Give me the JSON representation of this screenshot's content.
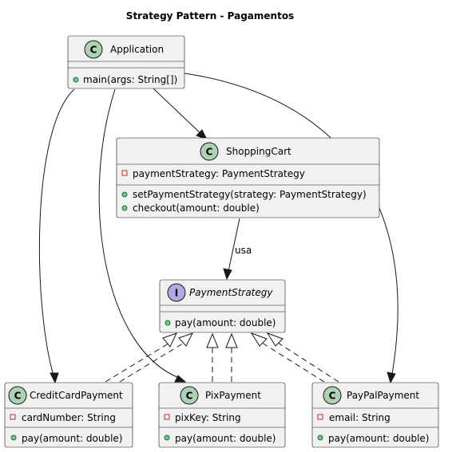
{
  "title": "Strategy Pattern - Pagamentos",
  "colors": {
    "box_fill": "#f1f1f1",
    "line": "#181818",
    "class_badge": "#add1b2",
    "interface_badge": "#b4a7e5"
  },
  "classes": {
    "application": {
      "badge": "C",
      "name": "Application",
      "fields": [],
      "methods": [
        "main(args: String[])"
      ]
    },
    "shoppingcart": {
      "badge": "C",
      "name": "ShoppingCart",
      "fields": [
        "paymentStrategy: PaymentStrategy"
      ],
      "methods": [
        "setPaymentStrategy(strategy: PaymentStrategy)",
        "checkout(amount: double)"
      ]
    },
    "paymentstrategy": {
      "badge": "I",
      "name": "PaymentStrategy",
      "fields": [],
      "methods": [
        "pay(amount: double)"
      ]
    },
    "creditcard": {
      "badge": "C",
      "name": "CreditCardPayment",
      "fields": [
        "cardNumber: String"
      ],
      "methods": [
        "pay(amount: double)"
      ]
    },
    "pix": {
      "badge": "C",
      "name": "PixPayment",
      "fields": [
        "pixKey: String"
      ],
      "methods": [
        "pay(amount: double)"
      ]
    },
    "paypal": {
      "badge": "C",
      "name": "PayPalPayment",
      "fields": [
        "email: String"
      ],
      "methods": [
        "pay(amount: double)"
      ]
    }
  },
  "relations": {
    "uses_label": "usa"
  }
}
